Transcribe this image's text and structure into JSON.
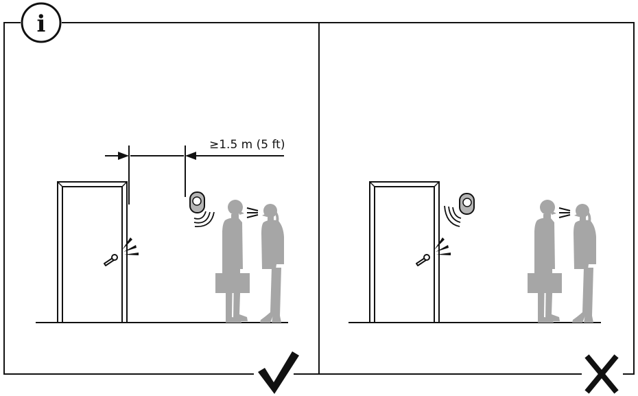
{
  "info_icon": {
    "glyph": "i",
    "icon": "info-icon"
  },
  "measurement": {
    "label": "≥1.5 m (5 ft)"
  },
  "panels": [
    {
      "id": "correct",
      "verdict_icon": "checkmark-icon",
      "verdict": "correct"
    },
    {
      "id": "incorrect",
      "verdict_icon": "cross-icon",
      "verdict": "incorrect"
    }
  ],
  "colors": {
    "line": "#111111",
    "figure": "#a6a6a6",
    "device": "#b5b5b5"
  }
}
